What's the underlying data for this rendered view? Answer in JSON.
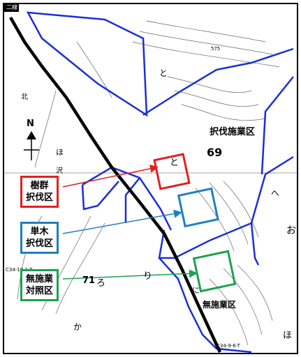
{
  "map": {
    "colors": {
      "frame": "#000000",
      "road": "#000000",
      "boundary": "#1a2fd6",
      "contour": "#555555",
      "group_cutting": "#e02020",
      "single_tree": "#1e7fc0",
      "control": "#1aa350"
    },
    "stand_label": "択伐施業区",
    "stand_number": "69",
    "no_treatment_area": "無施業区",
    "plot_label_to": "と",
    "corner_label": "二線",
    "elevation_label": "575",
    "legend_boxes": [
      {
        "line1": "樹群",
        "line2": "択伐区",
        "color": "#e02020"
      },
      {
        "line1": "単木",
        "line2": "択伐区",
        "color": "#1e7fc0"
      },
      {
        "line1": "無施業",
        "line2": "対照区",
        "color": "#1aa350"
      }
    ],
    "compass": {
      "letter": "N",
      "icon": "north-arrow-icon"
    },
    "minor_labels": {
      "ho": "ほ",
      "to_top": "と",
      "he": "へ",
      "o": "お",
      "ri": "り",
      "ka": "か",
      "ho_lower": "ほ",
      "sawa": "沢",
      "kita": "北",
      "road_code": "C34-9-6-T",
      "road_code_left": "C34-19-1-T",
      "number_71": "71",
      "ru": "ろ",
      "ni": "に"
    }
  }
}
